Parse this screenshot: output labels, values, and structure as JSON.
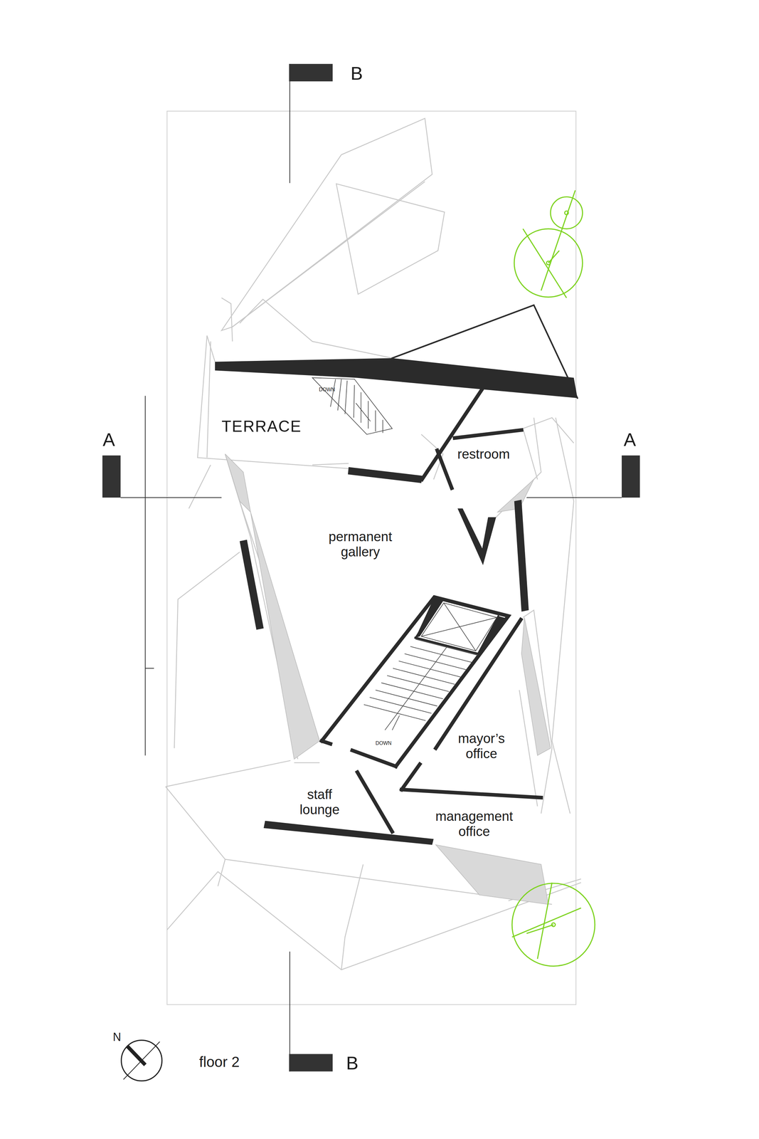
{
  "diagram": {
    "nodes": [
      {
        "text": [
          "TERRACE"
        ]
      },
      {
        "text": [
          "restroom"
        ]
      },
      {
        "text": [
          "permanent gallery"
        ]
      },
      {
        "text": [
          "mayor’s office"
        ]
      },
      {
        "text": [
          "staff lounge"
        ]
      },
      {
        "text": [
          "management office"
        ]
      }
    ],
    "labels": [
      "B",
      "DOWN",
      "A",
      "A",
      "DOWN",
      "B",
      "N",
      "floor 2"
    ]
  }
}
